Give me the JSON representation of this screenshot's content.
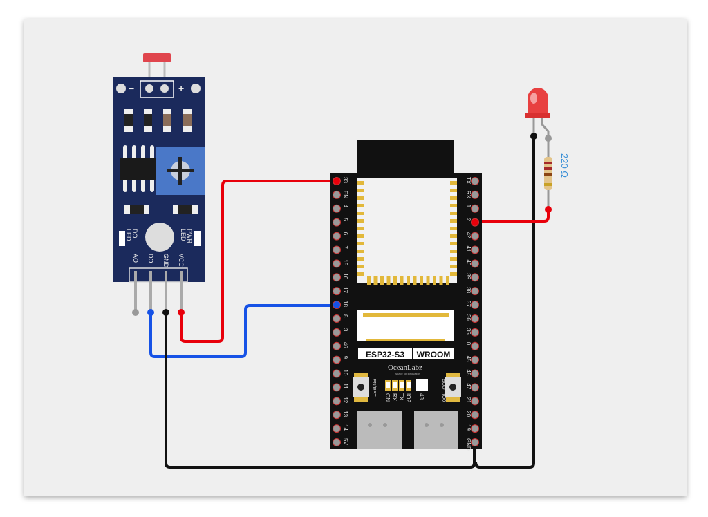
{
  "sensor": {
    "minus_label": "−",
    "plus_label": "+",
    "do_led_label": [
      "DO",
      "LED"
    ],
    "pwr_led_label": [
      "PWR",
      "LED"
    ],
    "pins": [
      "AO",
      "DO",
      "GND",
      "VCC"
    ]
  },
  "board": {
    "chip_label": "ESP32-S3",
    "module_label": "WROOM",
    "brand": "OceanLabz",
    "brand_tagline": "space for innovation",
    "left_pins": [
      "33",
      "EN",
      "4",
      "5",
      "6",
      "7",
      "15",
      "16",
      "17",
      "18",
      "8",
      "3",
      "46",
      "9",
      "10",
      "11",
      "12",
      "13",
      "14",
      "5V"
    ],
    "right_pins": [
      "TX",
      "RX",
      "1",
      "2",
      "42",
      "41",
      "40",
      "39",
      "38",
      "37",
      "36",
      "35",
      "0",
      "45",
      "48",
      "47",
      "21",
      "20",
      "19",
      "GND"
    ],
    "reset_button_label": "EN/RST",
    "boot_button_label": "BOOT/IO0",
    "led_labels": [
      "ON",
      "RX",
      "TX",
      "IO2"
    ],
    "rgb_label": "48"
  },
  "resistor": {
    "label": "220 Ω"
  },
  "colors": {
    "vcc_wire": "#e8000b",
    "signal_wire": "#1652e6",
    "gnd_wire": "#111111",
    "sensor_pcb": "#1b2a5c",
    "esp_pcb": "#111111",
    "resistor_label": "#3a8fd6"
  }
}
